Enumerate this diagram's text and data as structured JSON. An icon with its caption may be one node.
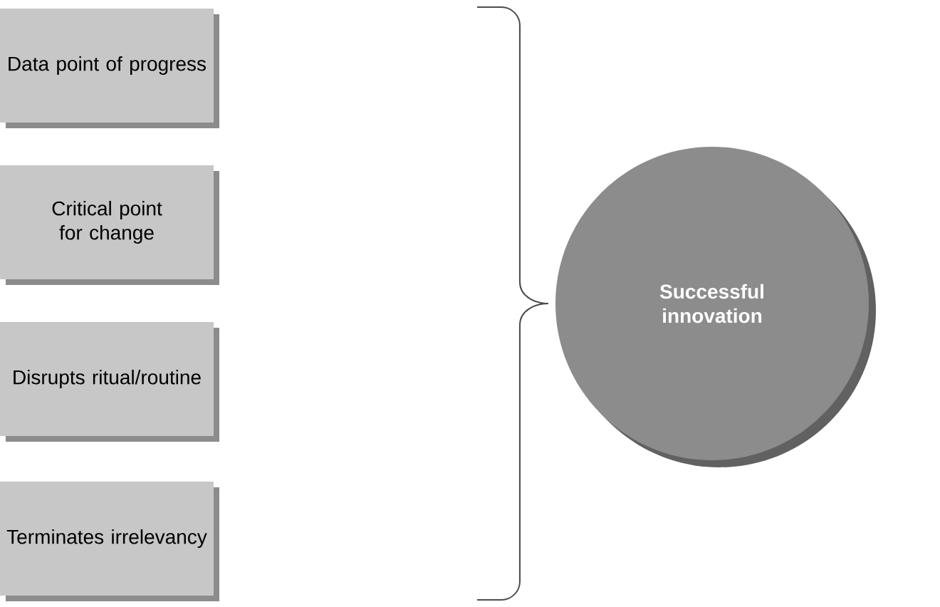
{
  "diagram": {
    "nodes": [
      {
        "text": [
          "Data point of progress"
        ]
      },
      {
        "text": [
          "Critical point for change"
        ]
      },
      {
        "text": [
          "Disrupts ritual/routine"
        ]
      },
      {
        "text": [
          "Terminates irrelevancy"
        ]
      },
      {
        "text": [
          "Successful innovation"
        ]
      }
    ]
  }
}
